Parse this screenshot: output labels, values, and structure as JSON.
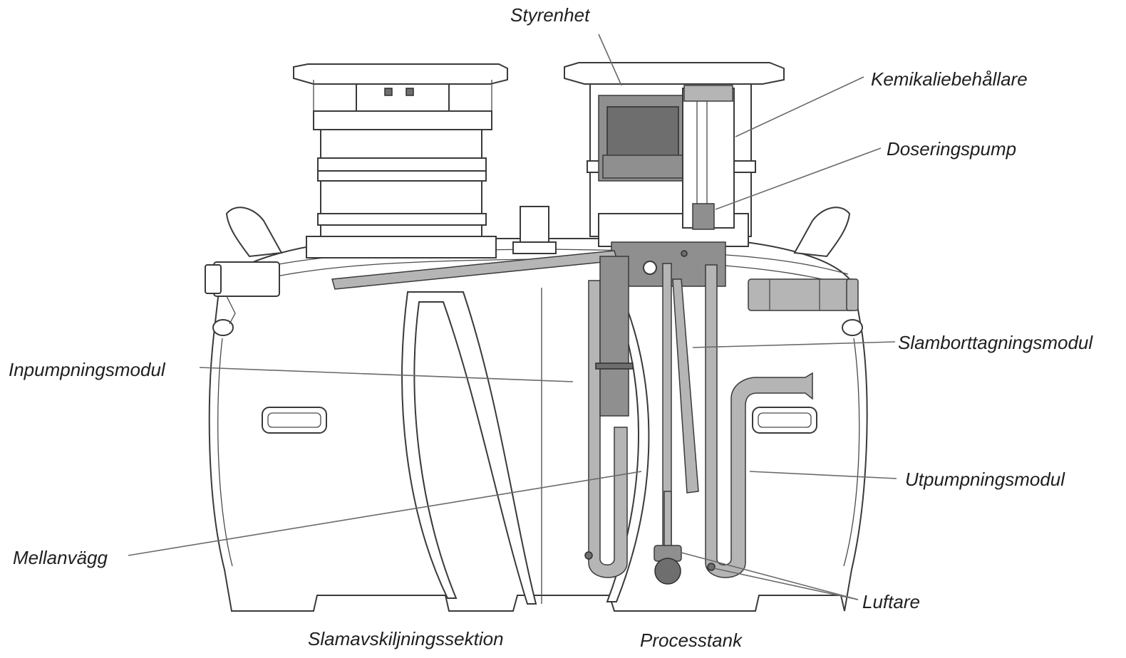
{
  "labels": {
    "styrenhet": "Styrenhet",
    "kemikaliebehallare": "Kemikaliebehållare",
    "doseringspump": "Doseringspump",
    "slamborttagningsmodul": "Slamborttagningsmodul",
    "inpumpningsmodul": "Inpumpningsmodul",
    "utpumpningsmodul": "Utpumpningsmodul",
    "mellanvagg": "Mellanvägg",
    "luftare": "Luftare",
    "slamavskiljningssektion": "Slamavskiljningssektion",
    "processtank": "Processtank"
  },
  "colors": {
    "outline": "#3a3a3a",
    "component_grey": "#8f8f8f",
    "leader_line": "#6a6a6a",
    "label_text": "#1f1f1f"
  }
}
